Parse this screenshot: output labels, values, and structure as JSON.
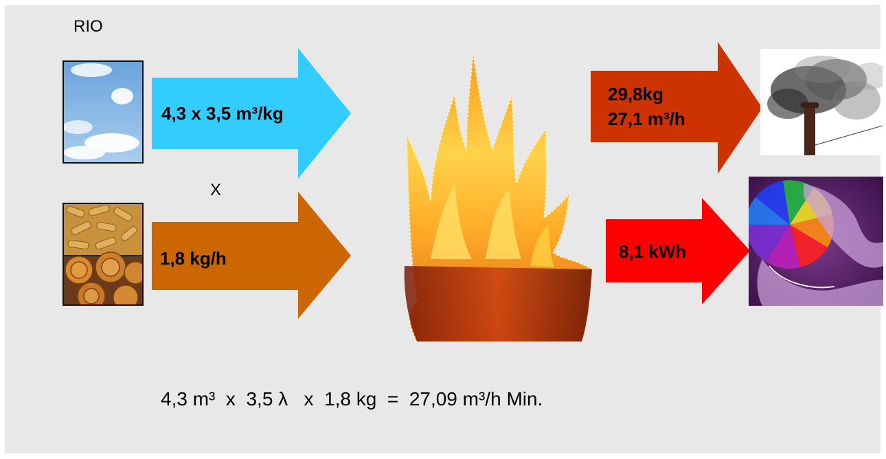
{
  "top_label": "RIO",
  "operator_x": "X",
  "arrows": {
    "air": {
      "text": "4,3 x 3,5 m³/kg",
      "color": "#33ccff"
    },
    "fuel": {
      "text": "1,8 kg/h",
      "color": "#cc6600"
    },
    "exhaust": {
      "line1": "29,8kg",
      "line2": "27,1 m³/h",
      "color": "#cc3300"
    },
    "energy": {
      "text": "8,1 kWh",
      "color": "#ff0000"
    }
  },
  "formula": "4,3 m³  x  3,5 λ   x  1,8 kg  =  27,09 m³/h Min."
}
